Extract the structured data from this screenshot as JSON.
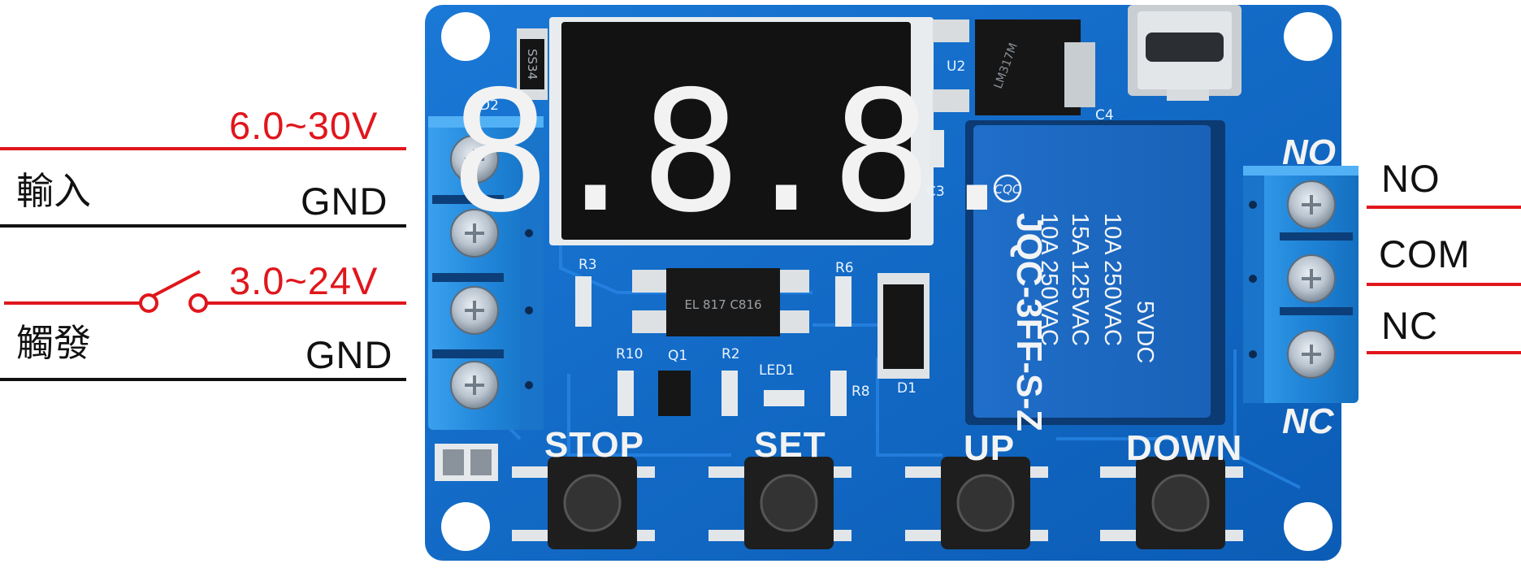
{
  "wires": {
    "input_voltage": "6.0~30V",
    "input_gnd": "GND",
    "input_label": "輸入",
    "trigger_voltage": "3.0~24V",
    "trigger_gnd": "GND",
    "trigger_label": "觸發"
  },
  "outputs": {
    "no": "NO",
    "com": "COM",
    "nc": "NC"
  },
  "board": {
    "no_silk": "NO",
    "nc_silk": "NC",
    "buttons": [
      "STOP",
      "SET",
      "UP",
      "DOWN"
    ],
    "display": "8.8.8.",
    "relay_brand": "CQC",
    "relay_model": "JQC-3FF-S-Z",
    "relay_ratings": [
      "10A 250VAC",
      "15A 125VAC",
      "10A 250VAC"
    ],
    "relay_coil": "5VDC",
    "silk": {
      "d2": "D2",
      "u2": "U2",
      "c3": "C3",
      "c4": "C4",
      "r3": "R3",
      "r6": "R6",
      "r10": "R10",
      "q1": "Q1",
      "r2": "R2",
      "led1": "LED1",
      "r8": "R8",
      "d1": "D1",
      "ic": "EL 817 C816",
      "reg": "LM317M",
      "ss34": "SS34"
    }
  },
  "colors": {
    "wire_red": "#e0161c",
    "wire_black": "#111111",
    "pcb_blue": "#0f66c4",
    "terminal_blue": "#2186d9"
  }
}
